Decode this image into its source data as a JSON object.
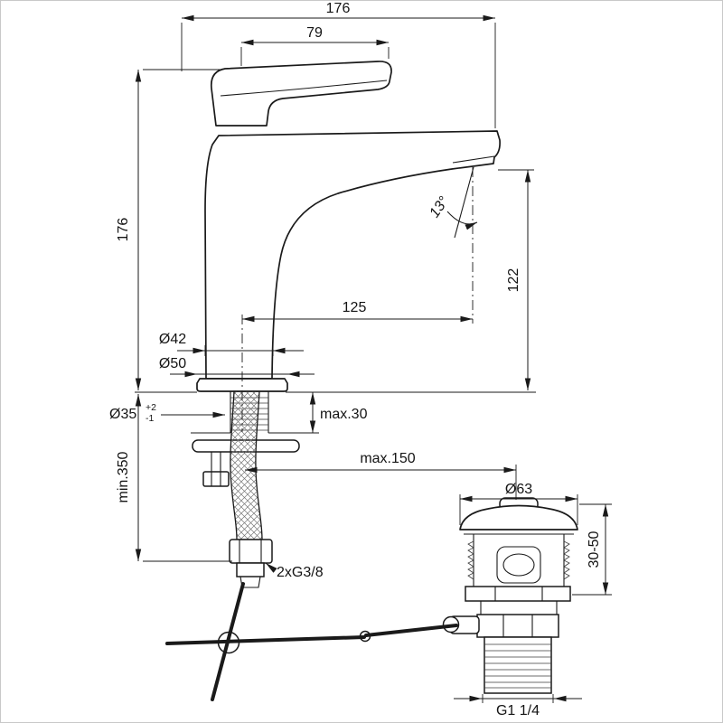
{
  "colors": {
    "line": "#1a1a1a",
    "background": "#ffffff"
  },
  "dims": {
    "overall_projection": "176",
    "handle_length": "79",
    "body_height": "176",
    "spout_height": "122",
    "spout_reach": "125",
    "stream_angle": "13°",
    "body_diameter": "Ø42",
    "base_diameter": "Ø50",
    "hole_diameter": "Ø35",
    "hole_tol_plus": "+2",
    "hole_tol_minus": "-1",
    "deck_thickness": "max.30",
    "hose_length": "min.350",
    "rod_distance": "max.150",
    "supply_thread": "2xG3/8",
    "waste_flange_diameter": "Ø63",
    "waste_clamp_range": "30-50",
    "waste_thread": "G1 1/4"
  }
}
